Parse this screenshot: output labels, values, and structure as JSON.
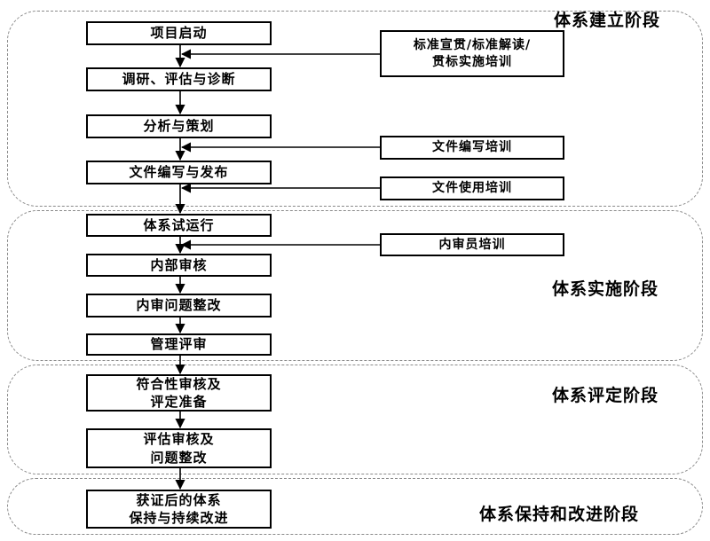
{
  "phases": [
    {
      "id": "establish",
      "label": "体系建立阶段"
    },
    {
      "id": "implement",
      "label": "体系实施阶段"
    },
    {
      "id": "evaluate",
      "label": "体系评定阶段"
    },
    {
      "id": "maintain",
      "label": "体系保持和改进阶段"
    }
  ],
  "steps": [
    {
      "lines": [
        "项目启动"
      ]
    },
    {
      "lines": [
        "调研、评估与诊断"
      ]
    },
    {
      "lines": [
        "分析与策划"
      ]
    },
    {
      "lines": [
        "文件编写与发布"
      ]
    },
    {
      "lines": [
        "体系试运行"
      ]
    },
    {
      "lines": [
        "内部审核"
      ]
    },
    {
      "lines": [
        "内审问题整改"
      ]
    },
    {
      "lines": [
        "管理评审"
      ]
    },
    {
      "lines": [
        "符合性审核及",
        "评定准备"
      ]
    },
    {
      "lines": [
        "评估审核及",
        "问题整改"
      ]
    },
    {
      "lines": [
        "获证后的体系",
        "保持与持续改进"
      ]
    }
  ],
  "trainings": [
    {
      "lines": [
        "标准宣贯/标准解读/",
        "贯标实施培训"
      ]
    },
    {
      "lines": [
        "文件编写培训"
      ]
    },
    {
      "lines": [
        "文件使用培训"
      ]
    },
    {
      "lines": [
        "内审员培训"
      ]
    }
  ]
}
